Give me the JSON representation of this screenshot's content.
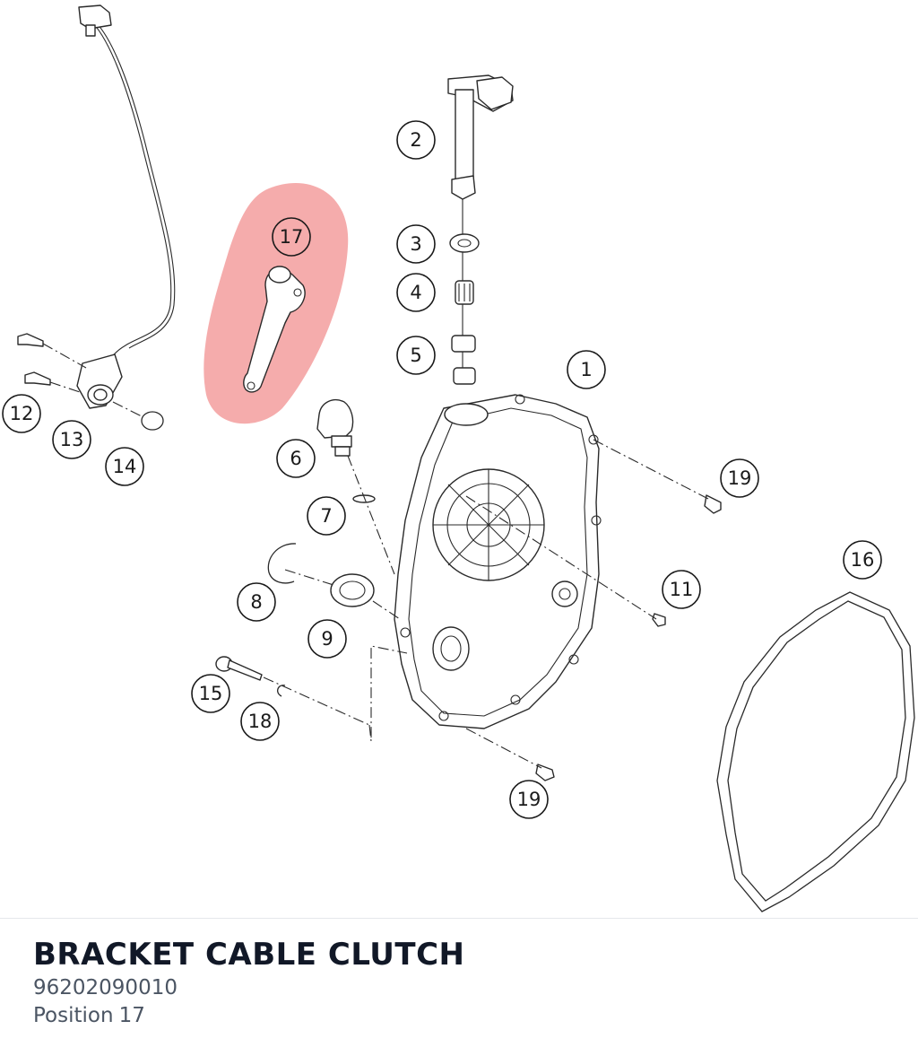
{
  "part": {
    "title": "BRACKET CABLE CLUTCH",
    "number": "96202090010",
    "position_label": "Position",
    "position_value": "17"
  },
  "highlight_color": "#f08080",
  "callouts": {
    "c1": "1",
    "c2": "2",
    "c3": "3",
    "c4": "4",
    "c5": "5",
    "c6": "6",
    "c7": "7",
    "c8": "8",
    "c9": "9",
    "c11": "11",
    "c12": "12",
    "c13": "13",
    "c14": "14",
    "c15": "15",
    "c16": "16",
    "c17": "17",
    "c18": "18",
    "c19a": "19",
    "c19b": "19"
  }
}
